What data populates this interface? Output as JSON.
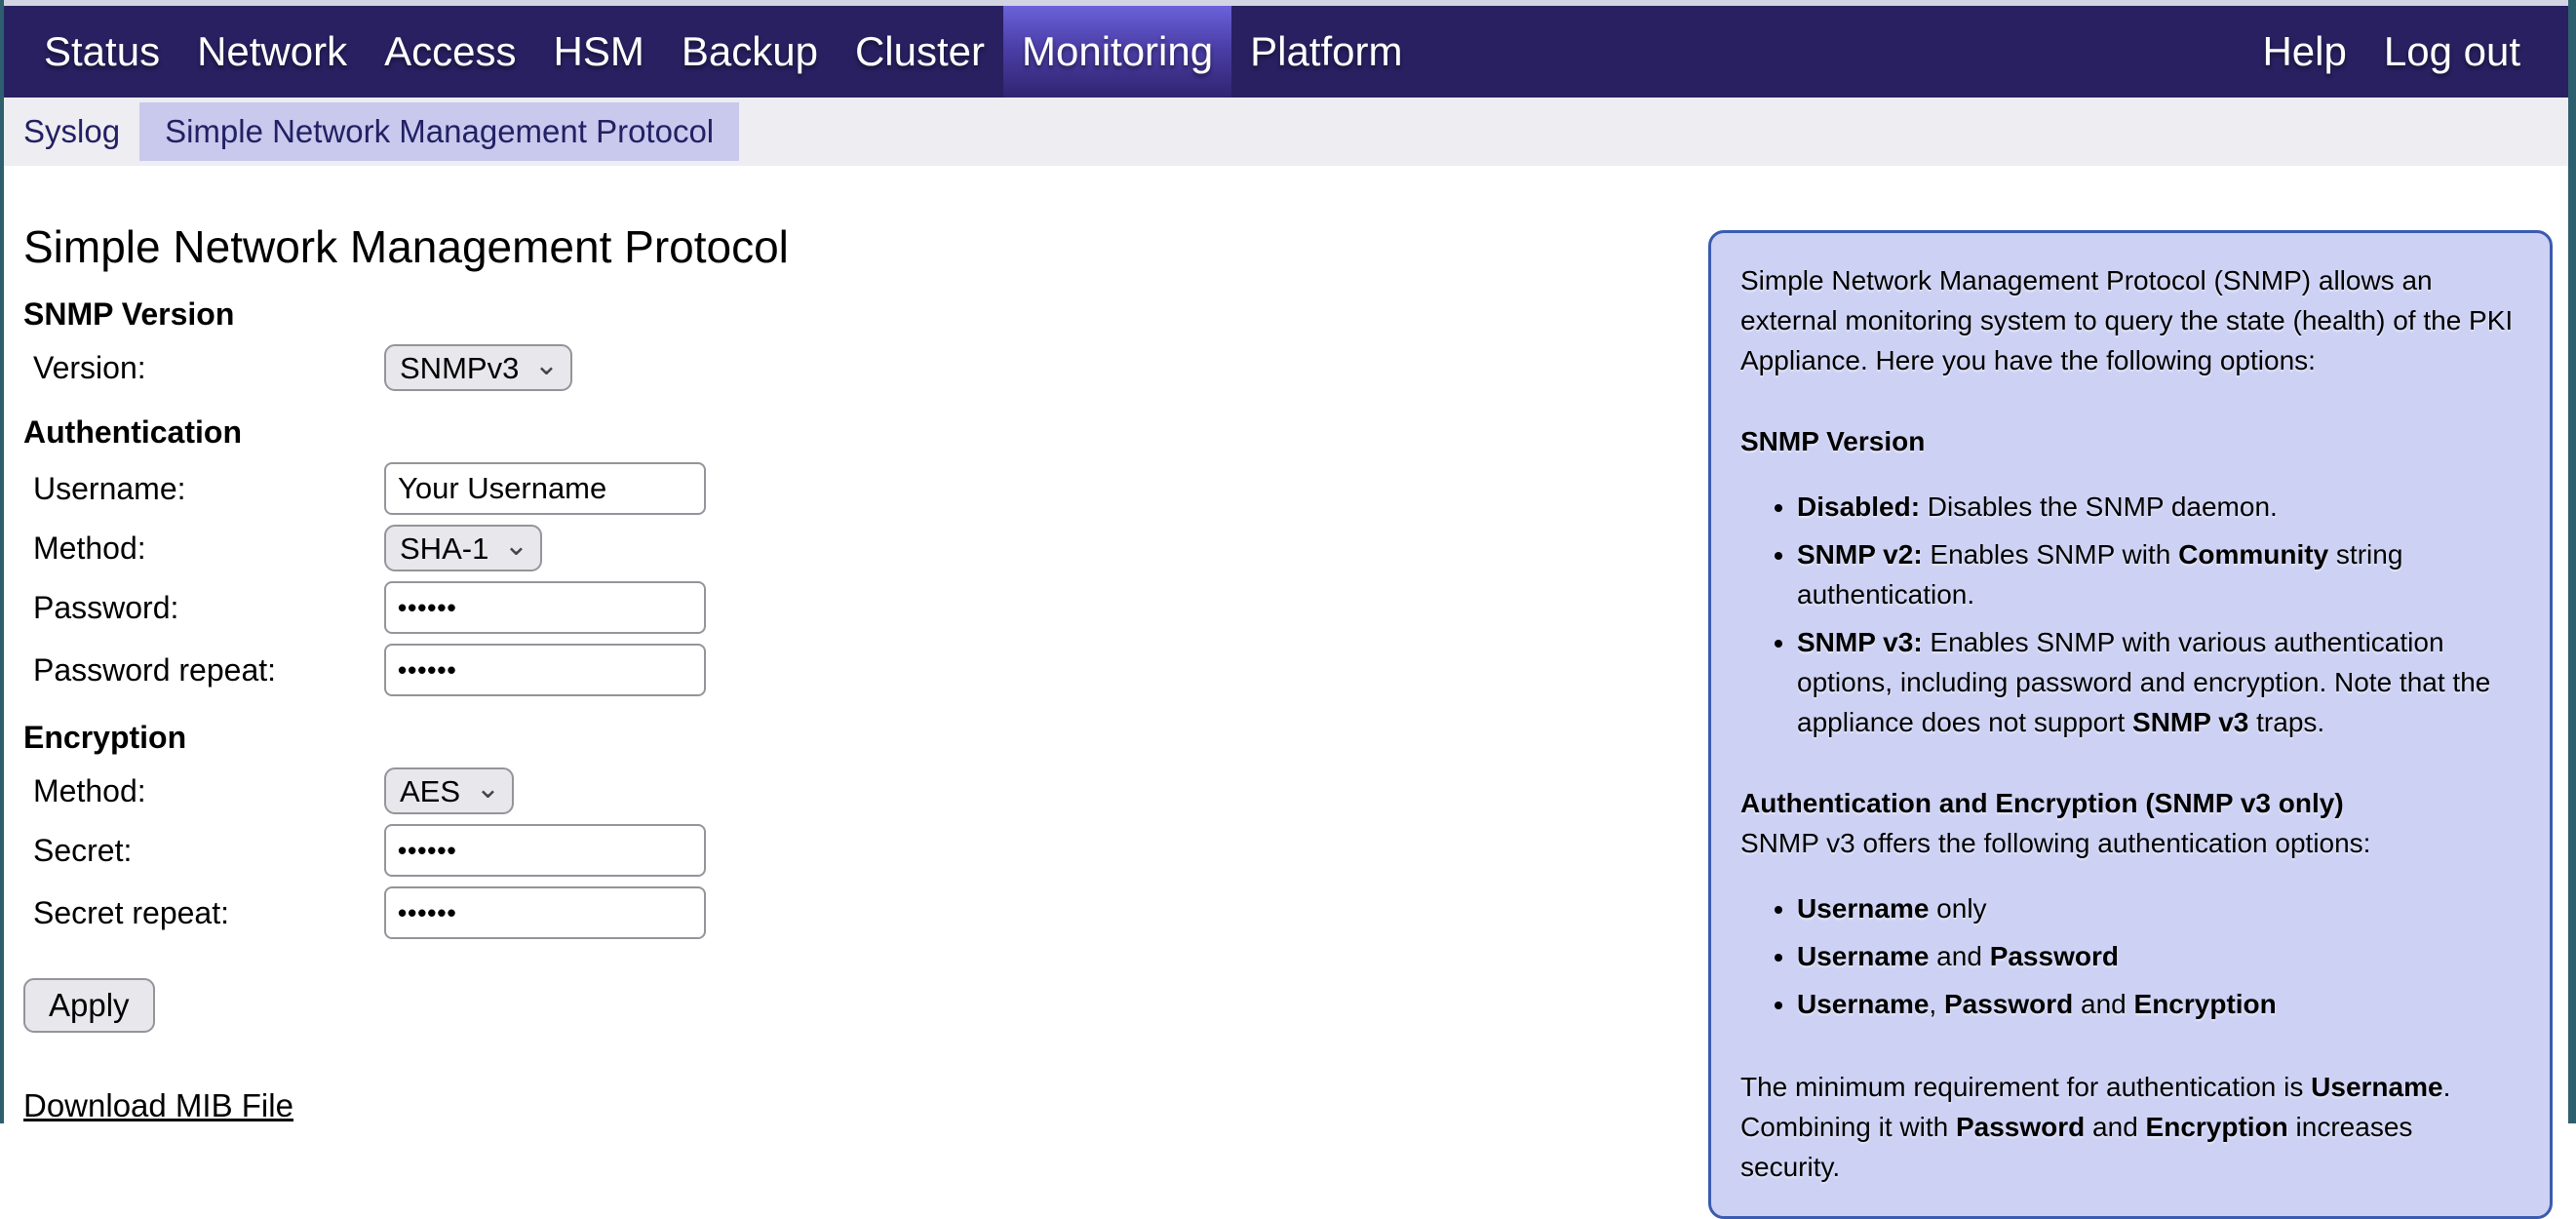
{
  "colors": {
    "navbar_bg": "#282061",
    "nav_active_top": "#6b61da",
    "nav_active_bottom": "#2f2570",
    "subnav_bg": "#ededf2",
    "subnav_active_bg": "#c9c9ee",
    "subnav_text": "#232063",
    "help_bg": "#cdd1f3",
    "help_border": "#3b5bb0",
    "frame_border": "#2e5f6e"
  },
  "nav": {
    "items": [
      "Status",
      "Network",
      "Access",
      "HSM",
      "Backup",
      "Cluster",
      "Monitoring",
      "Platform"
    ],
    "active_item": "Monitoring",
    "help_label": "Help",
    "logout_label": "Log out"
  },
  "subnav": {
    "syslog_label": "Syslog",
    "snmp_label": "Simple Network Management Protocol",
    "active_item": "Simple Network Management Protocol"
  },
  "page": {
    "title": "Simple Network Management Protocol"
  },
  "form": {
    "version_section": {
      "heading": "SNMP Version",
      "version_label": "Version:",
      "version_value": "SNMPv3"
    },
    "auth_section": {
      "heading": "Authentication",
      "username_label": "Username:",
      "username_value": "Your Username",
      "method_label": "Method:",
      "method_value": "SHA-1",
      "password_label": "Password:",
      "password_value": "••••••",
      "password_repeat_label": "Password repeat:",
      "password_repeat_value": "••••••"
    },
    "enc_section": {
      "heading": "Encryption",
      "method_label": "Method:",
      "method_value": "AES",
      "secret_label": "Secret:",
      "secret_value": "••••••",
      "secret_repeat_label": "Secret repeat:",
      "secret_repeat_value": "••••••"
    },
    "apply_label": "Apply",
    "download_link_label": "Download MIB File"
  },
  "help": {
    "intro": "Simple Network Management Protocol (SNMP) allows an external monitoring system to query the state (health) of the PKI Appliance. Here you have the following options:",
    "version_heading": "SNMP Version",
    "version_bullets": [
      {
        "b1": "Disabled:",
        "t1": " Disables the SNMP daemon."
      },
      {
        "b1": "SNMP v2:",
        "t1": " Enables SNMP with ",
        "b2": "Community",
        "t2": " string authentication."
      },
      {
        "b1": "SNMP v3:",
        "t1": " Enables SNMP with various authentication options, including password and encryption. Note that the appliance does not support ",
        "b2": "SNMP v3",
        "t2": " traps."
      }
    ],
    "auth_heading": "Authentication and Encryption (SNMP v3 only)",
    "auth_sub": "SNMP v3 offers the following authentication options:",
    "auth_bullets": [
      {
        "b1": "Username",
        "t1": " only"
      },
      {
        "b1": "Username",
        "t1": " and ",
        "b2": "Password"
      },
      {
        "b1": "Username",
        "t1": ", ",
        "b2": "Password",
        "t2": " and ",
        "b3": "Encryption"
      }
    ],
    "footer": {
      "t1": "The minimum requirement for authentication is ",
      "b1": "Username",
      "t2": ". Combining it with ",
      "b2": "Password",
      "t3": " and ",
      "b3": "Encryption",
      "t4": " increases security."
    }
  }
}
